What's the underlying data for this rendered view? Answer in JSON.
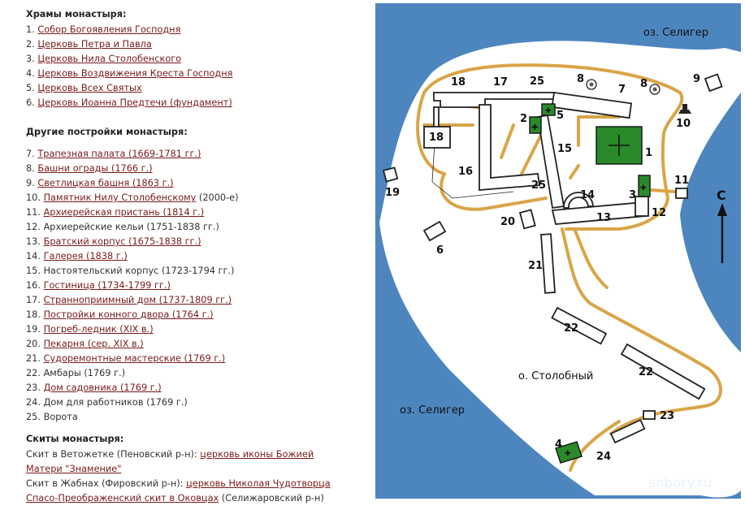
{
  "temples": {
    "title": "Храмы монастыря:",
    "items": [
      {
        "num": "1.",
        "link": "Собор Богоявления Господня",
        "tail": ""
      },
      {
        "num": "2.",
        "link": "Церковь Петра и Павла",
        "tail": ""
      },
      {
        "num": "3.",
        "link": "Церковь Нила Столобенского",
        "tail": ""
      },
      {
        "num": "4.",
        "link": "Церковь Воздвижения Креста Господня",
        "tail": ""
      },
      {
        "num": "5.",
        "link": "Церковь Всех Святых",
        "tail": ""
      },
      {
        "num": "6.",
        "link": "Церковь Иоанна Предтечи (фундамент)",
        "tail": ""
      }
    ]
  },
  "buildings": {
    "title": "Другие постройки монастыря:",
    "items": [
      {
        "num": "7.",
        "link": "Трапезная палата (1669-1781 гг.)",
        "tail": ""
      },
      {
        "num": "8.",
        "link": "Башни ограды (1766 г.)",
        "tail": ""
      },
      {
        "num": "9.",
        "link": "Светлицкая башня (1863 г.)",
        "tail": ""
      },
      {
        "num": "10.",
        "link": "Памятник Нилу Столобенскому",
        "tail": " (2000-е)"
      },
      {
        "num": "11.",
        "link": "Архиерейская пристань (1814 г.)",
        "tail": ""
      },
      {
        "num": "12.",
        "link": "",
        "tail": "Архиерейские кельи (1751-1838 гг.)"
      },
      {
        "num": "13.",
        "link": "Братский корпус (1675-1838 гг.)",
        "tail": ""
      },
      {
        "num": "14.",
        "link": "Галерея (1838 г.)",
        "tail": ""
      },
      {
        "num": "15.",
        "link": "",
        "tail": "Настоятельский корпус (1723-1794 гг.)"
      },
      {
        "num": "16.",
        "link": "Гостиница (1734-1799 гг.)",
        "tail": ""
      },
      {
        "num": "17.",
        "link": "Странноприимный дом (1737-1809 гг.)",
        "tail": ""
      },
      {
        "num": "18.",
        "link": "Постройки конного двора (1764 г.)",
        "tail": ""
      },
      {
        "num": "19.",
        "link": "Погреб-ледник (XIX в.)",
        "tail": ""
      },
      {
        "num": "20.",
        "link": "Пекарня (сер. XIX в.)",
        "tail": ""
      },
      {
        "num": "21.",
        "link": "Судоремонтные мастерские (1769 г.)",
        "tail": ""
      },
      {
        "num": "22.",
        "link": "",
        "tail": "Амбары (1769 г.)"
      },
      {
        "num": "23.",
        "link": "Дом садовника (1769 г.)",
        "tail": ""
      },
      {
        "num": "24.",
        "link": "",
        "tail": "Дом для работников (1769 г.)"
      },
      {
        "num": "25.",
        "link": "",
        "tail": "Ворота"
      }
    ]
  },
  "sketes": {
    "title": "Скиты монастыря:",
    "items": [
      {
        "pre": "Скит в Ветожетке (Пеновский р-н): ",
        "link": "церковь иконы Божией Матери \"Знамение\"",
        "tail": ""
      },
      {
        "pre": "Скит в Жабнах (Фировский р-н): ",
        "link": "церковь Николая Чудотворца",
        "tail": ""
      },
      {
        "pre": "",
        "link": "Спасо-Преображенский скит в Оковцах",
        "tail": " (Селижаровский р-н)"
      }
    ]
  },
  "map": {
    "lake_top": "оз. Селигер",
    "lake_left": "оз. Селигер",
    "island": "о. Столобный",
    "north": "С",
    "watermark": "sobory.ru",
    "colors": {
      "water": "#4d86bf",
      "land": "#ffffff",
      "road": "#d9a548",
      "church": "#2a8a2a"
    },
    "labels": {
      "n1": "1",
      "n2": "2",
      "n3": "3",
      "n4": "4",
      "n5": "5",
      "n6": "6",
      "n7": "7",
      "n8a": "8",
      "n8b": "8",
      "n9": "9",
      "n10": "10",
      "n11": "11",
      "n12": "12",
      "n13": "13",
      "n14": "14",
      "n15": "15",
      "n16": "16",
      "n17": "17",
      "n18a": "18",
      "n18b": "18",
      "n19": "19",
      "n20": "20",
      "n21": "21",
      "n22a": "22",
      "n22b": "22",
      "n23": "23",
      "n24": "24",
      "n25a": "25",
      "n25b": "25"
    }
  }
}
